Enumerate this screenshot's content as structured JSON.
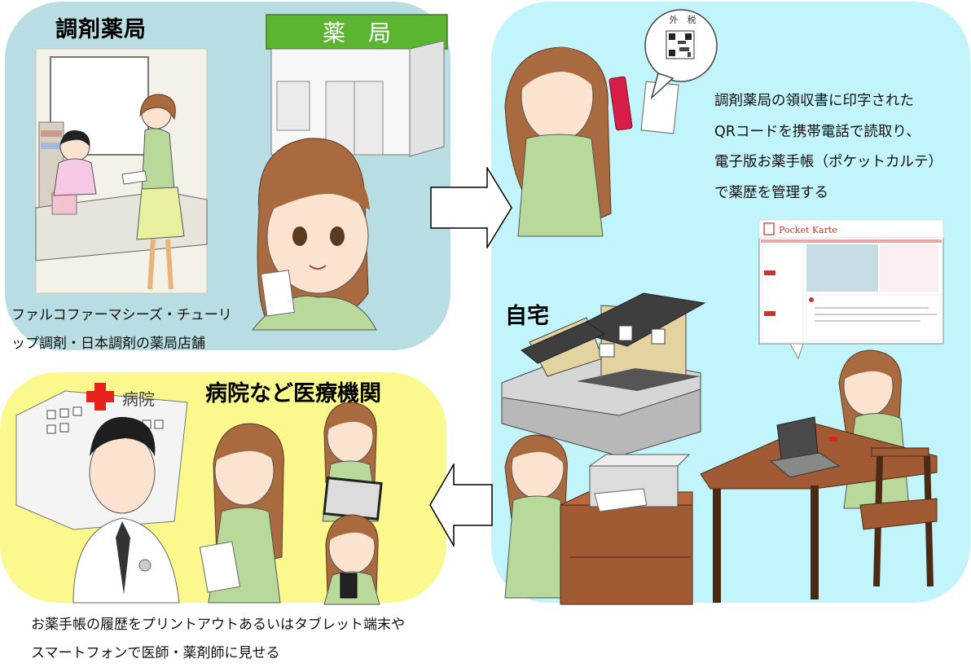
{
  "panels": {
    "pharmacy": {
      "title": "調剤薬局",
      "sign_text": "薬　局",
      "caption": [
        "ファルコファーマシーズ・チューリ",
        "ップ調剤・日本調剤の薬局店舗"
      ]
    },
    "home": {
      "title": "自宅",
      "caption": [
        "調剤薬局の領収書に印字された",
        "QRコードを携帯電話で読取り、",
        "電子版お薬手帳（ポケットカルテ）",
        "で薬歴を管理する"
      ],
      "qr_bubble_label": "外　税",
      "website_logo": "Pocket Karte"
    },
    "hospital": {
      "title": "病院など医療機関",
      "building_sign": "病院",
      "caption": [
        "お薬手帳の履歴をプリントアウトあるいはタブレット端末や",
        "スマートフォンで医師・薬剤師に見せる"
      ]
    }
  },
  "colors": {
    "pharmacy_panel": "#b8dde2",
    "home_panel": "#c2f4fb",
    "hospital_panel": "#fbf88e",
    "pharmacy_sign": "#5cb531",
    "hospital_cross": "#e8231b",
    "clothing_green": "#b9d99a",
    "hair_brown": "#a86a3e",
    "skin": "#fbe3d0",
    "arrow_fill": "#ffffff",
    "arrow_stroke": "#000000"
  }
}
